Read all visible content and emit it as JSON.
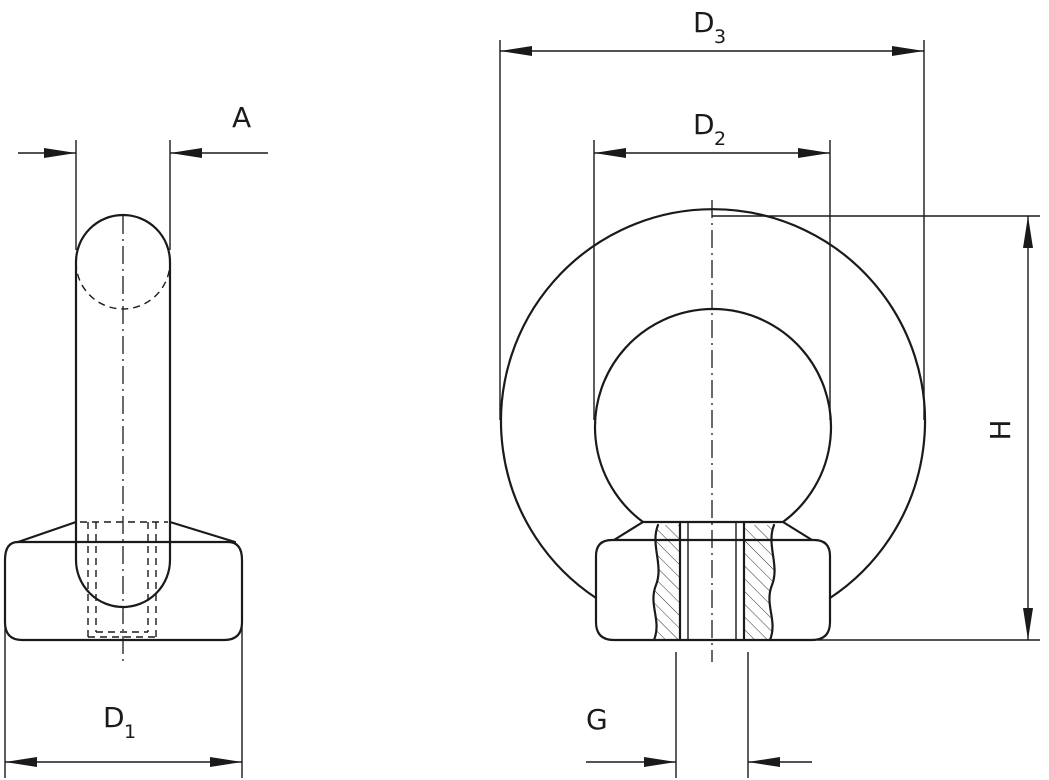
{
  "labels": {
    "A": "A",
    "D": "D",
    "D1_sub": "1",
    "D2_sub": "2",
    "D3_sub": "3",
    "G": "G",
    "H": "H"
  },
  "colors": {
    "line": "#1a1a1a",
    "background": "#ffffff"
  }
}
